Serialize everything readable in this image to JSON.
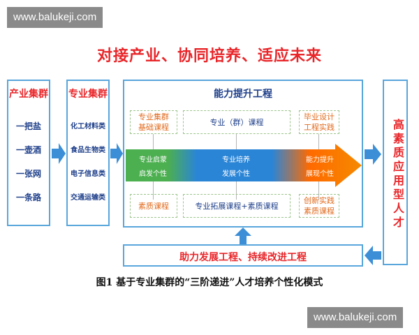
{
  "watermark_top": "www.balukeji.com",
  "watermark_bottom": "www.balukeji.com",
  "banner": "对接产业、协同培养、适应未来",
  "industry": {
    "title": "产业集群",
    "items": [
      "一把盐",
      "一壶酒",
      "一张网",
      "一条路"
    ]
  },
  "major": {
    "title": "专业集群",
    "items": [
      "化工材料类",
      "食品生物类",
      "电子信息类",
      "交通运输类"
    ]
  },
  "ability": {
    "title": "能力提升工程",
    "top_left": "专业集群\n基础课程",
    "top_mid": "专业（群）课程",
    "top_right": "毕业设计\n工程实践",
    "bottom_left": "素质课程",
    "bottom_mid": "专业拓展课程+素质课程",
    "bottom_right": "创新实践\n素质课程",
    "bar": {
      "seg1_l1": "专业启蒙",
      "seg1_l2": "启发个性",
      "seg2_l1": "专业培养",
      "seg2_l2": "发展个性",
      "seg3_l1": "能力提升",
      "seg3_l2": "展现个性"
    }
  },
  "talent": "高素质应用型人才",
  "support": "助力发展工程、持续改进工程",
  "caption": "图1  基于专业集群的“三阶递进”人才培养个性化模式",
  "colors": {
    "accent_red": "#e8262a",
    "frame_blue": "#58a6dc",
    "text_blue": "#1e3f8a",
    "arrow_blue": "#3c8fd6"
  }
}
